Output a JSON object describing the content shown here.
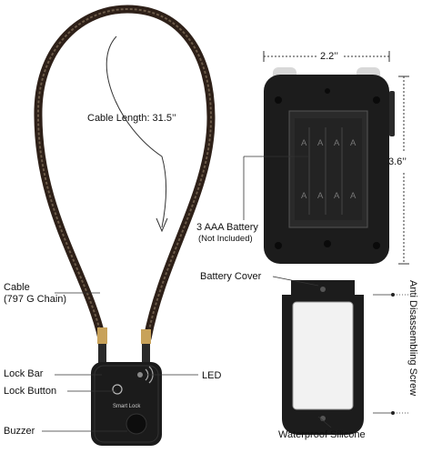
{
  "product": {
    "cable_length": "Cable Length: 31.5’’",
    "width_dim": "2.2’’",
    "height_dim": "3.6’’",
    "battery": {
      "line1": "3 AAA Battery",
      "line2": "(Not Included)"
    },
    "battery_cover": "Battery Cover",
    "cable": {
      "line1": "Cable",
      "line2": "(797 G Chain)"
    },
    "lock_bar": "Lock Bar",
    "lock_button": "Lock Button",
    "buzzer": "Buzzer",
    "led": "LED",
    "waterproof": "Waterproof Silicone",
    "anti_screw": "Anti Disassembling Screw",
    "brand": "Smart Lock",
    "battery_marks": [
      "A",
      "A",
      "A",
      "A",
      "A",
      "A",
      "A",
      "A"
    ],
    "colors": {
      "lock_body": "#1b1b1b",
      "cable": "#3a2a20",
      "brass": "#c8a25a",
      "silicone": "#f2f2f2"
    }
  }
}
